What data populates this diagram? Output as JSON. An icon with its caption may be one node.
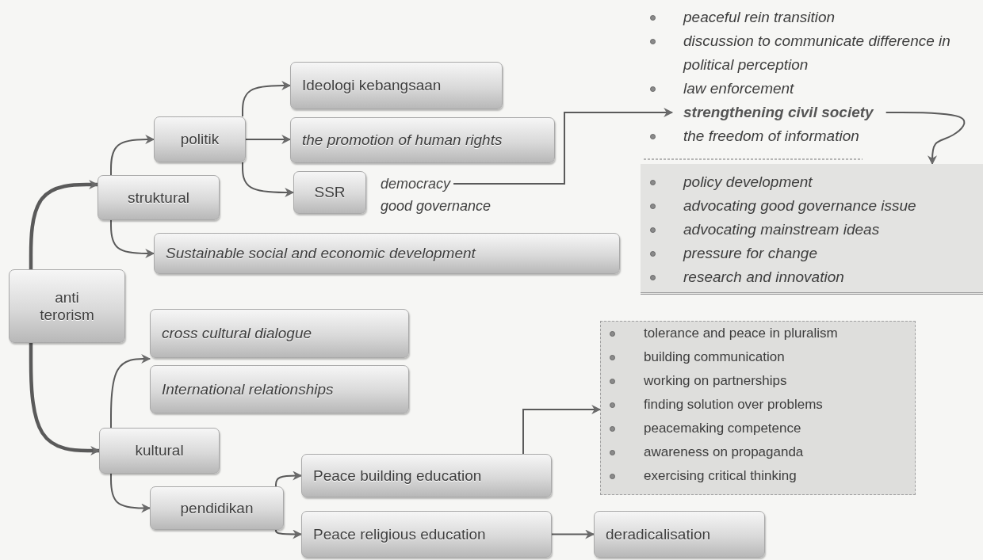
{
  "diagram": {
    "nodes": [
      {
        "text": [
          "anti terorism"
        ]
      },
      {
        "text": [
          "struktural"
        ]
      },
      {
        "text": [
          "politik"
        ]
      },
      {
        "text": [
          "Ideologi kebangsaan"
        ]
      },
      {
        "text": [
          "the promotion of human rights"
        ]
      },
      {
        "text": [
          "SSR"
        ]
      },
      {
        "text": [
          "democracy"
        ]
      },
      {
        "text": [
          "Sustainable social and economic development"
        ]
      },
      {
        "text": [
          "strengthening civil society"
        ]
      },
      {
        "text": [
          "policy development",
          "advocating good governance issue",
          "advocating mainstream ideas",
          "pressure for change",
          "research and innovation"
        ]
      },
      {
        "text": [
          "cross cultural dialogue"
        ]
      },
      {
        "text": [
          "International relationships"
        ]
      },
      {
        "text": [
          "kultural"
        ]
      },
      {
        "text": [
          "pendidikan"
        ]
      },
      {
        "text": [
          "Peace building education"
        ]
      },
      {
        "text": [
          "Peace religious education"
        ]
      },
      {
        "text": [
          "deradicalisation"
        ]
      },
      {
        "text": [
          "tolerance and peace in pluralism",
          "building communication",
          "working on partnerships",
          "finding solution over problems",
          "peacemaking competence",
          "awareness on propaganda",
          "exercising critical thinking"
        ]
      }
    ],
    "edges": [
      {
        "from": 0,
        "to": 1,
        "arrow": "to",
        "style": "thick"
      },
      {
        "from": 0,
        "to": 12,
        "arrow": "to",
        "style": "thick"
      },
      {
        "from": 1,
        "to": 2,
        "arrow": "to"
      },
      {
        "from": 1,
        "to": 7,
        "arrow": "to"
      },
      {
        "from": 2,
        "to": 3,
        "arrow": "to"
      },
      {
        "from": 2,
        "to": 4,
        "arrow": "to"
      },
      {
        "from": 2,
        "to": 5,
        "arrow": "to"
      },
      {
        "from": 6,
        "to": 8,
        "arrow": "to"
      },
      {
        "from": 8,
        "to": 9,
        "arrow": "to"
      },
      {
        "from": 12,
        "to": 10,
        "arrow": "to"
      },
      {
        "from": 12,
        "to": 13,
        "arrow": "to"
      },
      {
        "from": 13,
        "to": 14,
        "arrow": "to"
      },
      {
        "from": 13,
        "to": 15,
        "arrow": "to"
      },
      {
        "from": 14,
        "to": 17,
        "arrow": "to"
      },
      {
        "from": 15,
        "to": 16,
        "arrow": "to"
      }
    ],
    "labels": [
      "peaceful rein transition",
      "discussion to communicate difference in political perception",
      "law enforcement",
      "the freedom of information",
      "good governance"
    ]
  }
}
